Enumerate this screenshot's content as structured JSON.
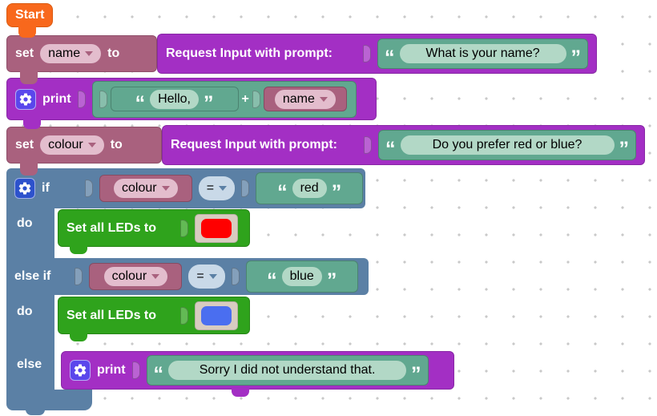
{
  "workspace": {
    "type": "blockly-visual-program",
    "grid_dots": true,
    "dot_color": "#c9c9c9"
  },
  "colors": {
    "start_orange": "#f8681c",
    "variable_rose": "#a9617e",
    "text_purple": "#a32fc4",
    "string_teal": "#61a890",
    "logic_blue": "#5b80a5",
    "led_green": "#2fa31c",
    "gear_indigo": "#5a47ec",
    "gear_blue": "#2d52cc",
    "picker_beige": "#d8ccc0",
    "swatch_red": "#ff0000",
    "swatch_blue": "#4a6ef0"
  },
  "texts": {
    "start": "Start",
    "set": "set",
    "to": "to",
    "request_input": "Request Input with prompt:",
    "print": "print",
    "if": "if",
    "do": "do",
    "else_if": "else if",
    "else": "else",
    "set_all_leds": "Set all LEDs to",
    "plus": "+",
    "eq": "=",
    "var_name": "name",
    "var_colour": "colour",
    "str_what_name": "What is your name?",
    "str_hello": "Hello,",
    "str_prefer": "Do you prefer red or blue?",
    "str_red": "red",
    "str_blue": "blue",
    "str_sorry": "Sorry I did not understand that.",
    "quote_open": "“",
    "quote_close": "”"
  }
}
